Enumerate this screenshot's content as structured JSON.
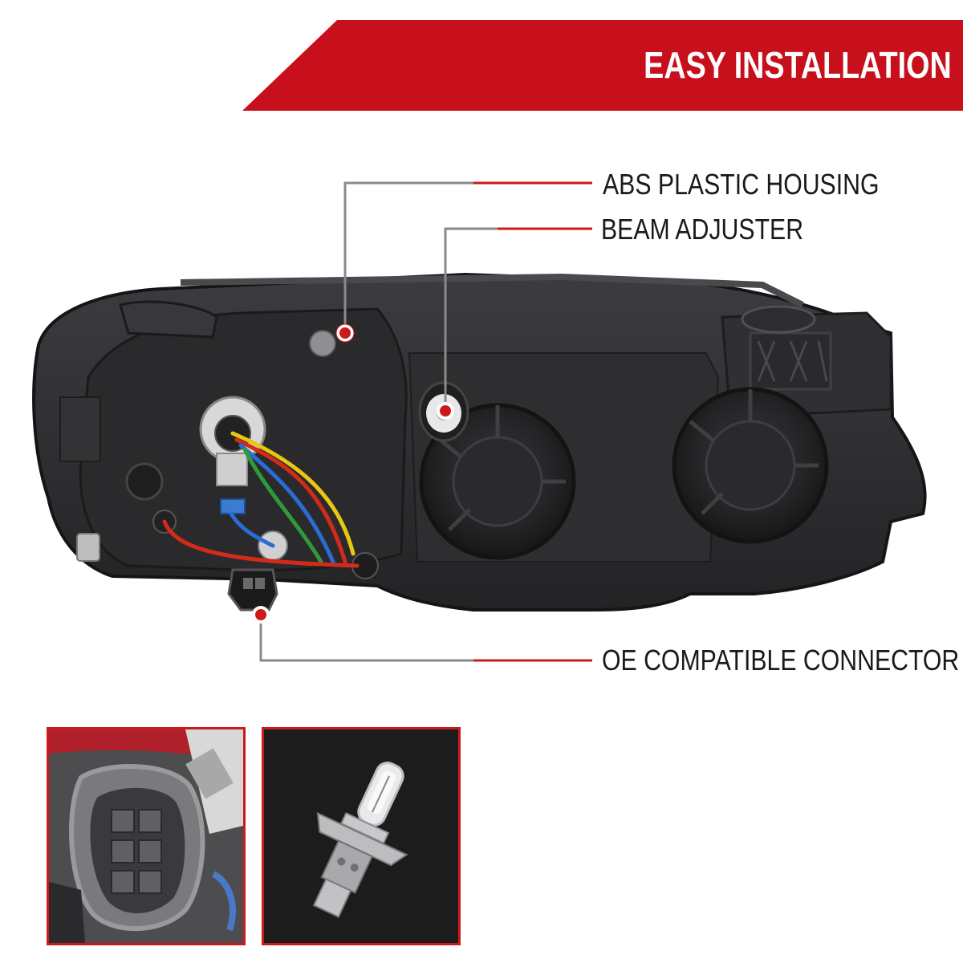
{
  "banner": {
    "title": "EASY INSTALLATION",
    "color": "#c8101c"
  },
  "callouts": {
    "housing": "ABS PLASTIC HOUSING",
    "beam": "BEAM ADJUSTER",
    "connector": "OE COMPATIBLE CONNECTOR"
  },
  "colors": {
    "accent": "#cc1a1a",
    "leader": "#8a8a8a",
    "housing": "#2b2b2e"
  }
}
